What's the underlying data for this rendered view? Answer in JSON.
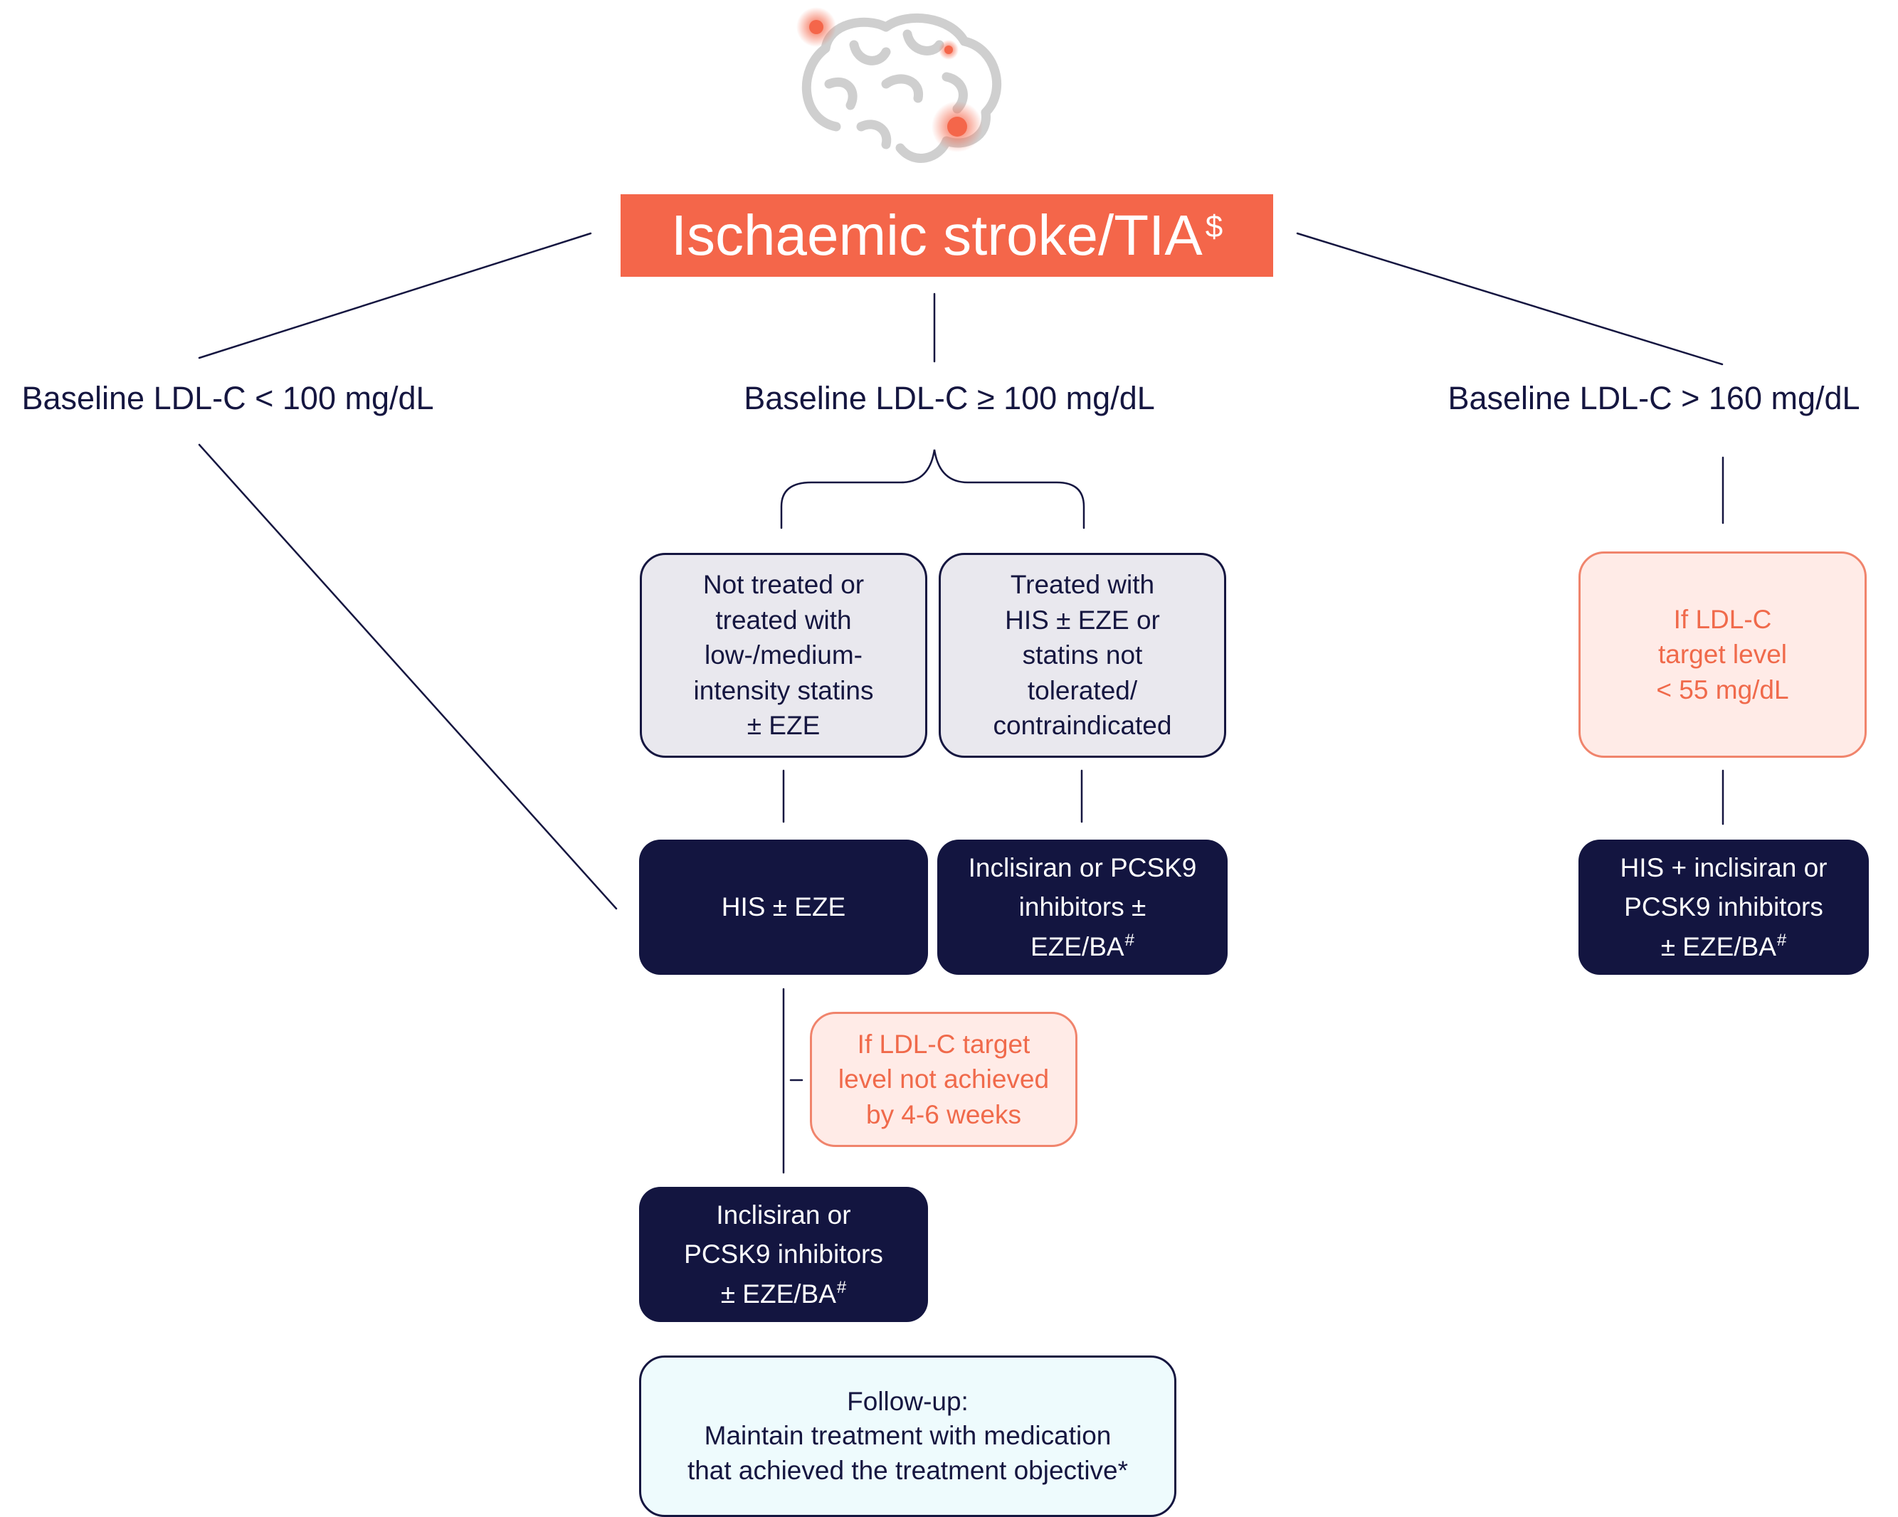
{
  "title": {
    "text": "Ischaemic stroke/TIA",
    "sup": "$"
  },
  "icon": "brain-icon",
  "colors": {
    "accent": "#F4664A",
    "navy": "#131540",
    "grey_fill": "#E9E8EE",
    "pink_fill": "#FFEBE7",
    "pink_text": "#F06A4B",
    "followup_fill": "#EEFBFD"
  },
  "branches": {
    "left": {
      "label": "Baseline LDL-C < 100 mg/dL"
    },
    "middle": {
      "label": "Baseline LDL-C ≥ 100 mg/dL"
    },
    "right": {
      "label": "Baseline LDL-C > 160 mg/dL"
    }
  },
  "boxes": {
    "not_treated": {
      "lines": [
        "Not treated or",
        "treated with",
        "low-/medium-",
        "intensity statins",
        "± EZE"
      ]
    },
    "treated_his": {
      "lines": [
        "Treated with",
        "HIS ± EZE or",
        "statins not",
        "tolerated/",
        "contraindicated"
      ]
    },
    "his_eze": {
      "text": "HIS ± EZE"
    },
    "inclisiran_mid": {
      "line1": "Inclisiran or PCSK9",
      "line2": "inhibitors ±",
      "line3": "EZE/BA",
      "sup": "#"
    },
    "target_not_achieved": {
      "lines": [
        "If LDL-C target",
        "level not achieved",
        "by 4-6 weeks"
      ]
    },
    "inclisiran_low": {
      "line1": "Inclisiran or",
      "line2": "PCSK9 inhibitors",
      "line3": "± EZE/BA",
      "sup": "#"
    },
    "followup": {
      "lines": [
        "Follow-up:",
        "Maintain treatment with medication",
        "that achieved the treatment objective*"
      ]
    },
    "right_target": {
      "lines": [
        "If LDL-C",
        "target level",
        "< 55 mg/dL"
      ]
    },
    "right_his": {
      "line1": "HIS + inclisiran or",
      "line2": "PCSK9 inhibitors",
      "line3": "± EZE/BA",
      "sup": "#"
    }
  }
}
